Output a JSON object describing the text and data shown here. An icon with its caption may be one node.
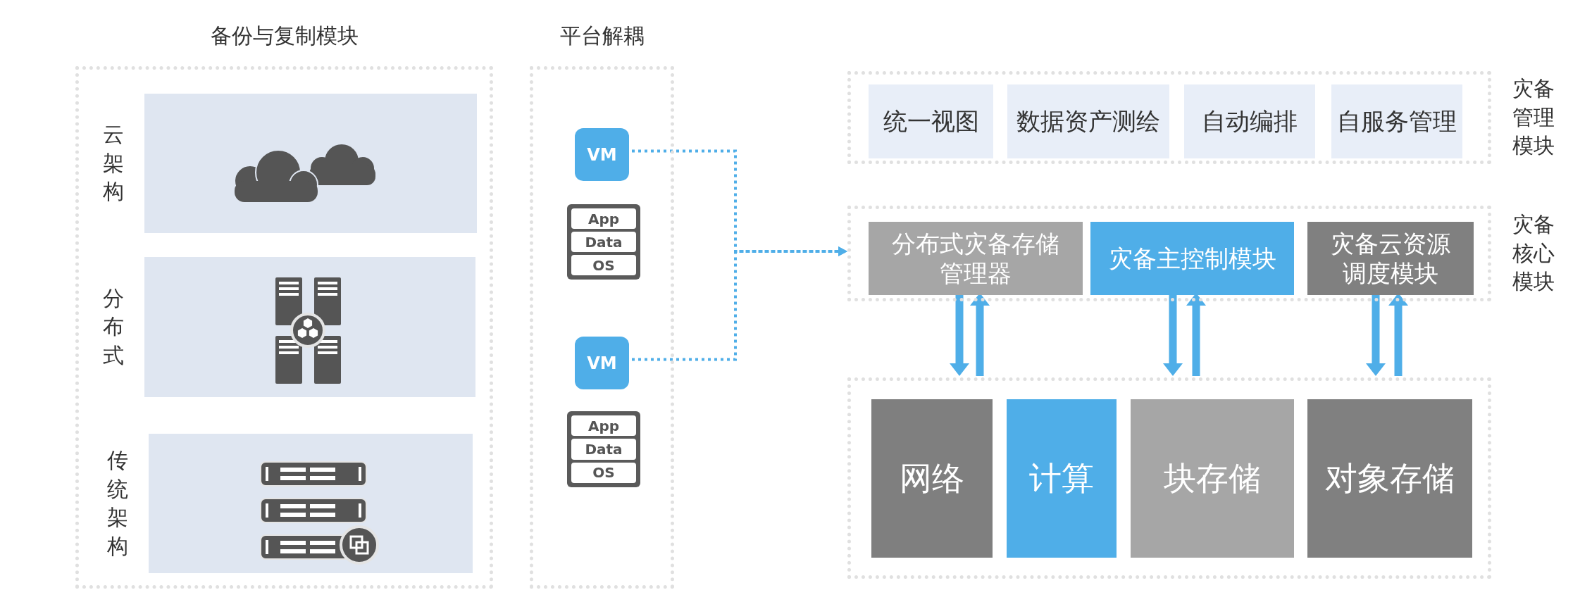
{
  "diagram": {
    "nodes": [
      {
        "text": [
          "备份与复制模块"
        ]
      },
      {
        "text": [
          "云架构"
        ],
        "in": 0
      },
      {
        "text": [
          "分布式"
        ],
        "in": 0
      },
      {
        "text": [
          "传统架构"
        ],
        "in": 0
      },
      {
        "text": [
          "平台解耦"
        ]
      },
      {
        "text": [
          "VM"
        ],
        "in": 4
      },
      {
        "text": [
          "App",
          "Data",
          "OS"
        ],
        "in": 4
      },
      {
        "text": [
          "VM"
        ],
        "in": 4
      },
      {
        "text": [
          "App",
          "Data",
          "OS"
        ],
        "in": 4
      },
      {
        "text": [
          "灾备管理模块"
        ]
      },
      {
        "text": [
          "统一视图"
        ],
        "in": 9
      },
      {
        "text": [
          "数据资产测绘"
        ],
        "in": 9
      },
      {
        "text": [
          "自动编排"
        ],
        "in": 9
      },
      {
        "text": [
          "自服务管理"
        ],
        "in": 9
      },
      {
        "text": [
          "灾备核心模块"
        ]
      },
      {
        "text": [
          "分布式灾备存储管理器"
        ],
        "in": 14
      },
      {
        "text": [
          "灾备主控制模块"
        ],
        "in": 14
      },
      {
        "text": [
          "灾备云资源调度模块"
        ],
        "in": 14
      },
      {
        "text": [],
        "shape": "box"
      },
      {
        "text": [
          "网络"
        ],
        "in": 18
      },
      {
        "text": [
          "计算"
        ],
        "in": 18
      },
      {
        "text": [
          "块存储"
        ],
        "in": 18
      },
      {
        "text": [
          "对象存储"
        ],
        "in": 18
      }
    ],
    "edges": [
      {
        "from": 5,
        "to": 14,
        "arrow": "to",
        "style": "dashed"
      },
      {
        "from": 7,
        "to": 14,
        "arrow": "to",
        "style": "dashed"
      },
      {
        "from": 15,
        "to": 18,
        "arrow": "to"
      },
      {
        "from": 18,
        "to": 15,
        "arrow": "to"
      },
      {
        "from": 16,
        "to": 18,
        "arrow": "to"
      },
      {
        "from": 18,
        "to": 16,
        "arrow": "to"
      },
      {
        "from": 17,
        "to": 18,
        "arrow": "to"
      },
      {
        "from": 18,
        "to": 17,
        "arrow": "to"
      }
    ]
  }
}
